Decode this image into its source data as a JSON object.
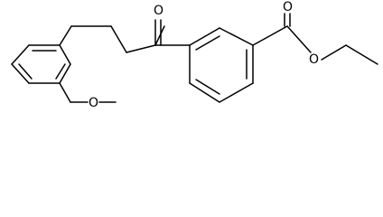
{
  "molecule": {
    "atom_labels": {
      "ketone_oxygen": "O",
      "carbonyl_oxygen": "O",
      "ester_oxygen": "O",
      "methoxy_oxygen": "O"
    }
  }
}
